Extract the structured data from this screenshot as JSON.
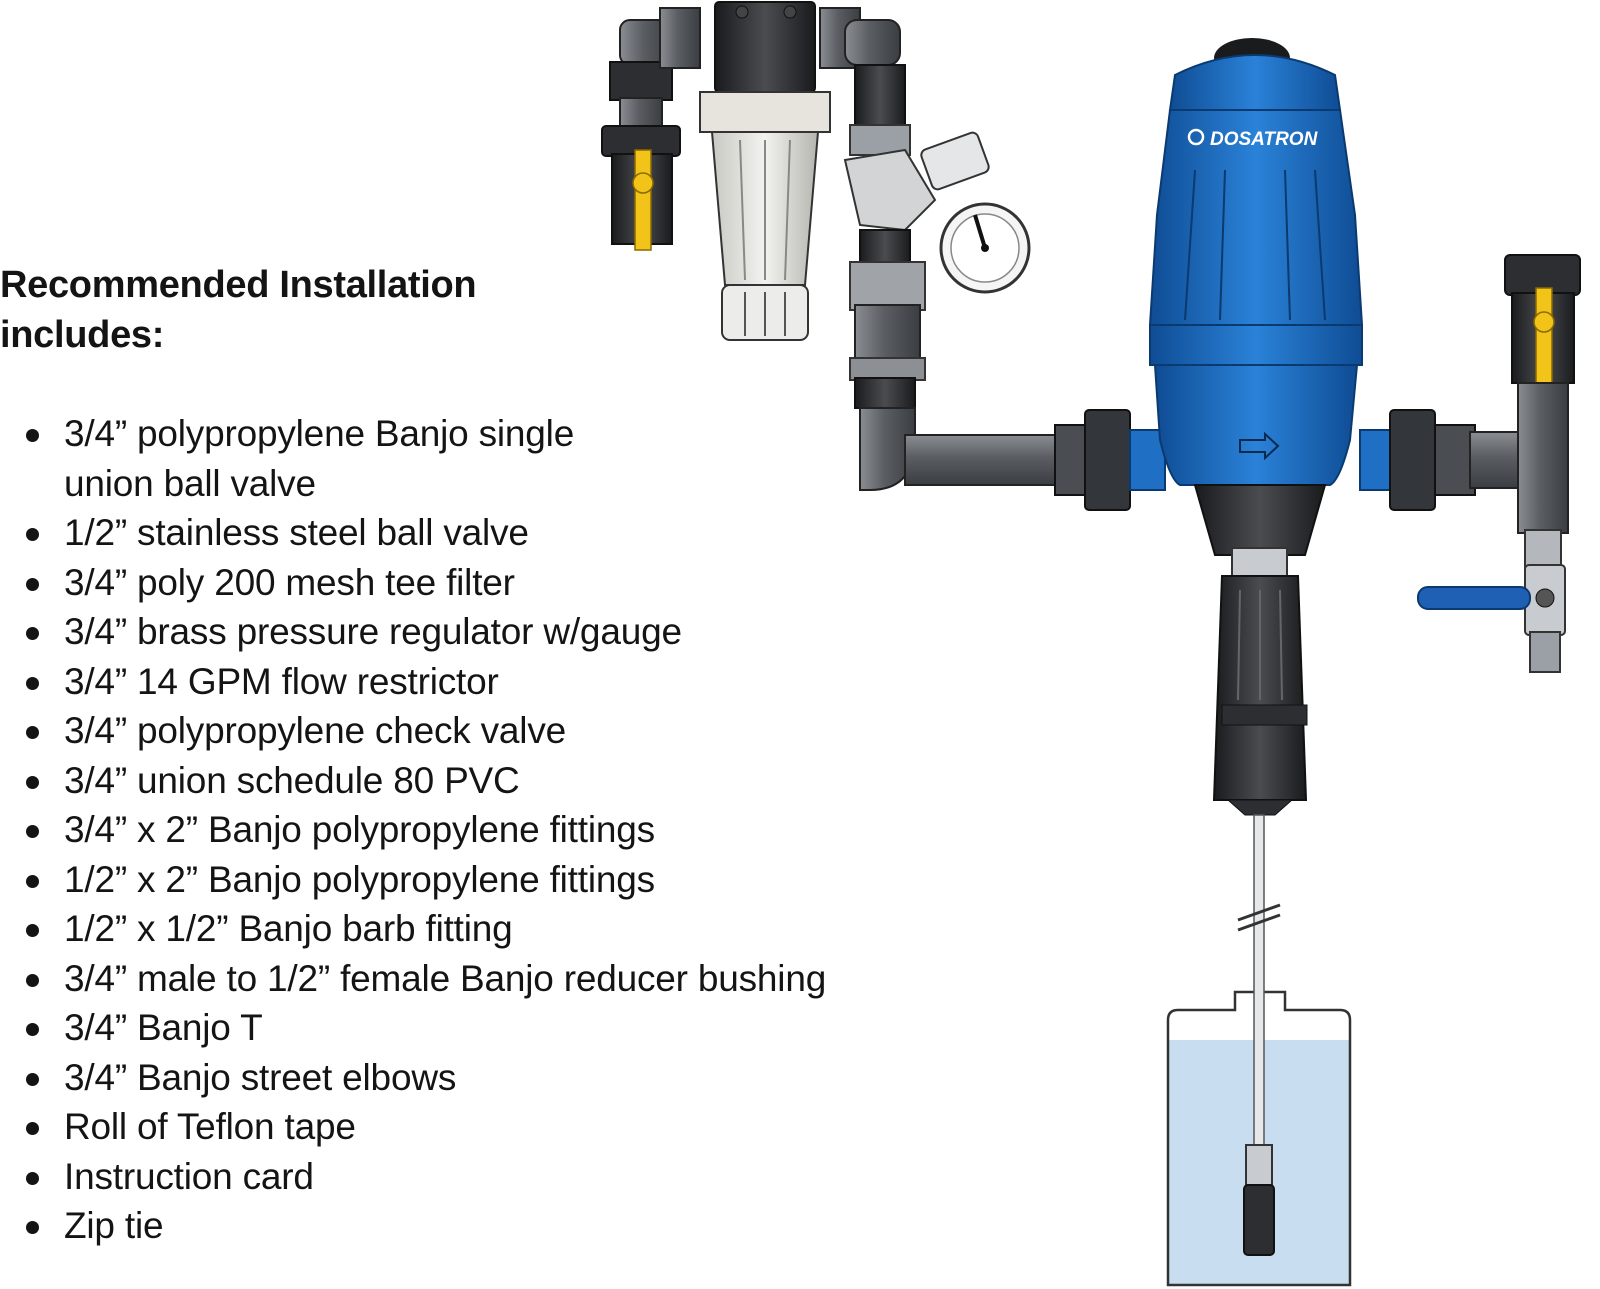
{
  "heading": [
    "Recommended Installation",
    "includes:"
  ],
  "items": [
    [
      "3/4” polypropylene Banjo single",
      "union ball valve"
    ],
    [
      "1/2” stainless steel ball valve"
    ],
    [
      "3/4” poly 200 mesh tee filter"
    ],
    [
      "3/4” brass pressure regulator w/gauge"
    ],
    [
      "3/4” 14 GPM flow restrictor"
    ],
    [
      "3/4” polypropylene check valve"
    ],
    [
      "3/4” union schedule 80 PVC"
    ],
    [
      "3/4” x 2” Banjo polypropylene fittings"
    ],
    [
      "1/2” x 2” Banjo polypropylene fittings"
    ],
    [
      "1/2” x 1/2” Banjo barb fitting"
    ],
    [
      "3/4” male to 1/2” female Banjo reducer bushing"
    ],
    [
      "3/4” Banjo T"
    ],
    [
      "3/4” Banjo street elbows"
    ],
    [
      "Roll of Teflon tape"
    ],
    [
      "Instruction card"
    ],
    [
      "Zip tie"
    ]
  ],
  "brand_label": "DOSATRON",
  "colors": {
    "pump_blue": "#1f6fc4",
    "pump_blue_dark": "#0f4c94",
    "pipe_gray": "#5a5e63",
    "pipe_dark": "#2c2e31",
    "valve_yellow": "#f2c318",
    "water": "#c8def0"
  }
}
